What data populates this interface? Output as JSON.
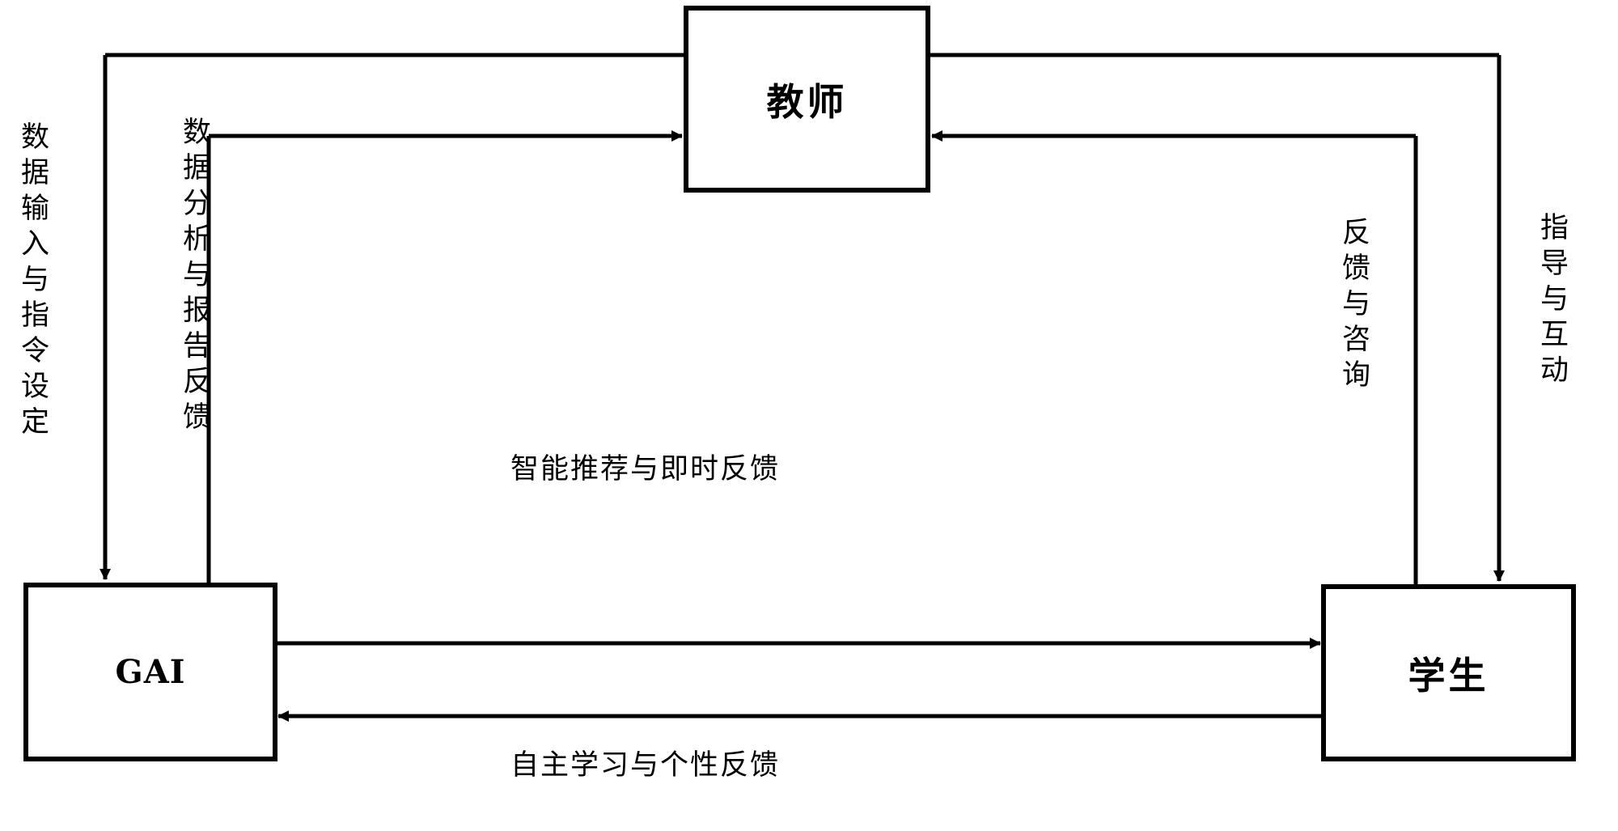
{
  "diagram": {
    "title_text_present": false,
    "background_color": "#ffffff",
    "stroke_color": "#000000",
    "nodes": [
      {
        "id": "teacher",
        "label": "教师",
        "script": "cjk"
      },
      {
        "id": "gai",
        "label": "GAI",
        "script": "latin"
      },
      {
        "id": "student",
        "label": "学生",
        "script": "cjk"
      }
    ],
    "edge_labels": {
      "gai_to_teacher_outer": "数据输入与指令设定",
      "teacher_to_gai_inner": "数据分析与报告反馈",
      "student_to_teacher_inner": "反馈与咨询",
      "teacher_to_student_outer": "指导与互动",
      "gai_to_student": "智能推荐与即时反馈",
      "student_to_gai": "自主学习与个性反馈"
    }
  }
}
